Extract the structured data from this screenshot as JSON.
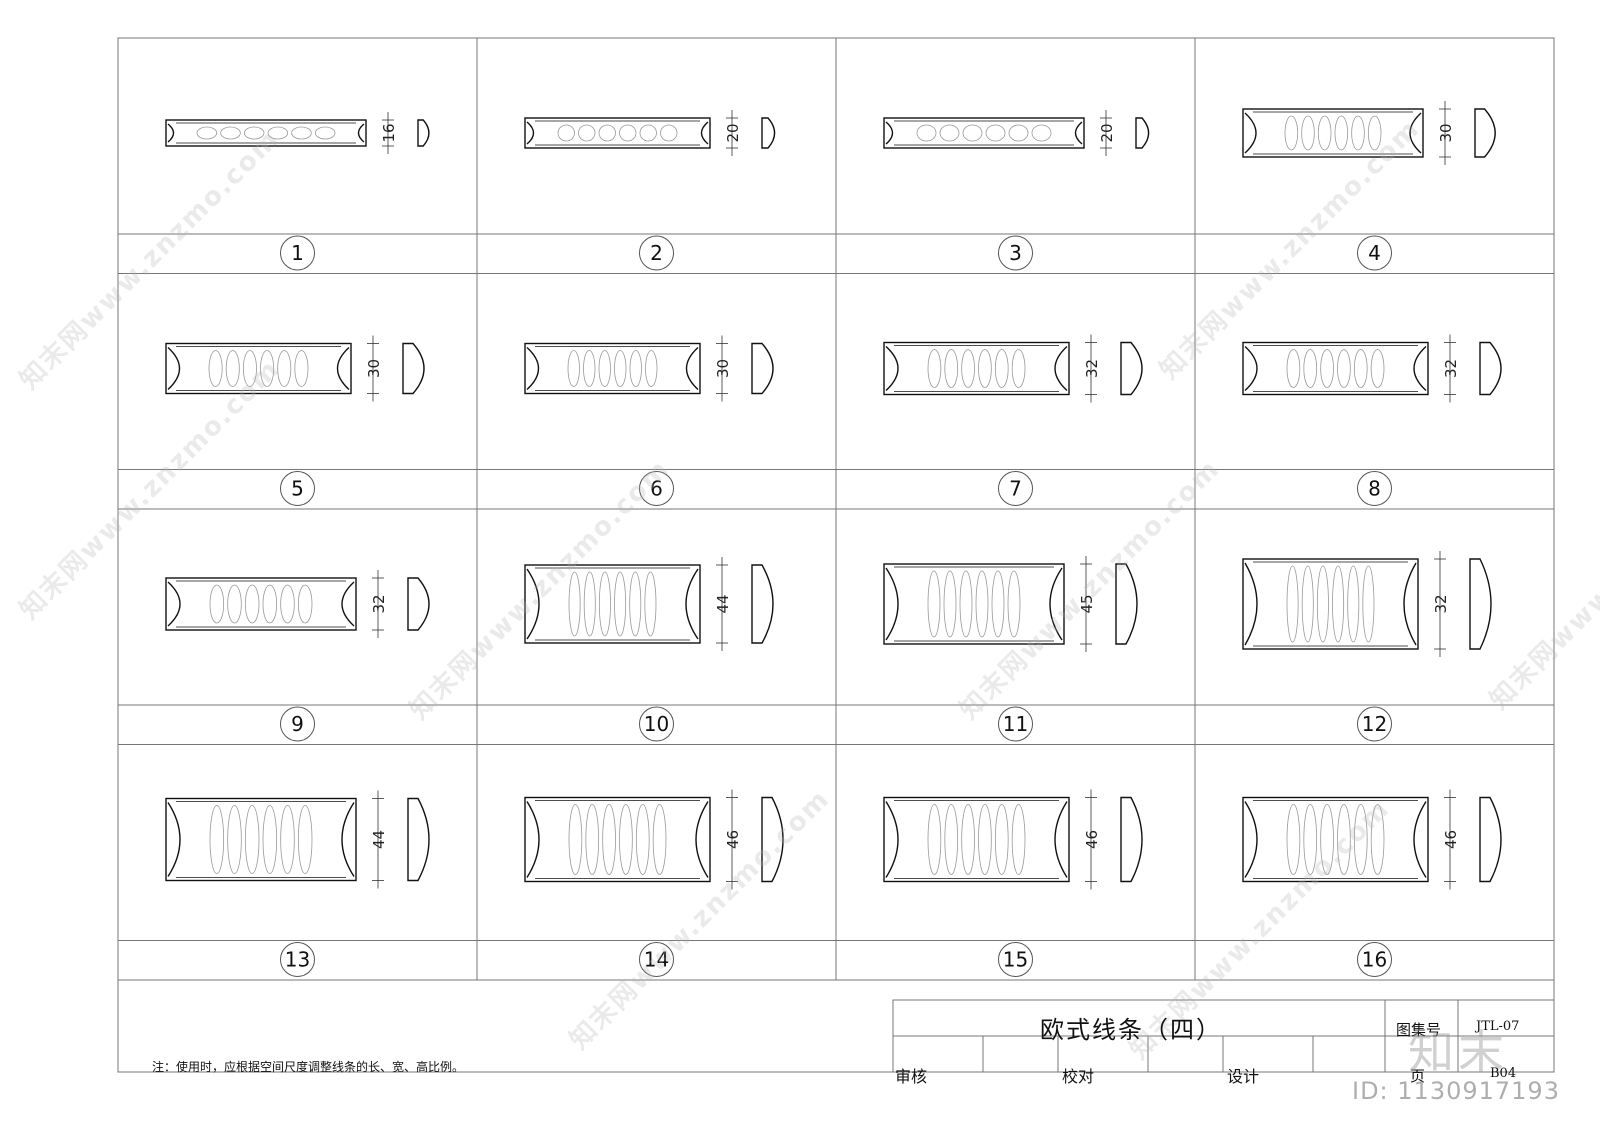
{
  "cells": [
    {
      "num": "1",
      "dim": "16"
    },
    {
      "num": "2",
      "dim": "20"
    },
    {
      "num": "3",
      "dim": "20"
    },
    {
      "num": "4",
      "dim": "30"
    },
    {
      "num": "5",
      "dim": "30"
    },
    {
      "num": "6",
      "dim": "30"
    },
    {
      "num": "7",
      "dim": "32"
    },
    {
      "num": "8",
      "dim": "32"
    },
    {
      "num": "9",
      "dim": "32"
    },
    {
      "num": "10",
      "dim": "44"
    },
    {
      "num": "11",
      "dim": "45"
    },
    {
      "num": "12",
      "dim": "32"
    },
    {
      "num": "13",
      "dim": "44"
    },
    {
      "num": "14",
      "dim": "46"
    },
    {
      "num": "15",
      "dim": "46"
    },
    {
      "num": "16",
      "dim": "46"
    }
  ],
  "title_block": {
    "title": "欧式线条（四）",
    "note": "注：使用时，应根据空间尺度调整线条的长、宽、高比例。",
    "review": "审核",
    "proof": "校对",
    "design": "设计",
    "atlas_label": "图集号",
    "atlas_value": "JTL-07",
    "page_label": "页",
    "page_value": "B04"
  },
  "watermark": {
    "text": "知末网www.znzmo.com",
    "logo": "知末",
    "id": "ID: 1130917193"
  }
}
